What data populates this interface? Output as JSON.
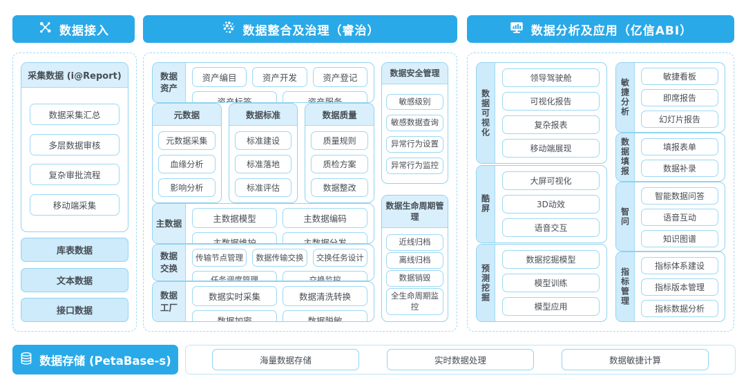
{
  "colors": {
    "header_blue": "#29A9E8",
    "panel_border": "#9FDAF6",
    "box_border": "#8FD2F1",
    "light_fill": "#D9F0FC",
    "filled_item": "#CDEBFA",
    "text": "#474D54"
  },
  "headers": [
    {
      "label": "数据接入",
      "icon": "network-nodes-icon"
    },
    {
      "label": "数据整合及治理（睿治）",
      "icon": "dots-cluster-icon"
    },
    {
      "label": "数据分析及应用（亿信ABI）",
      "icon": "monitor-chart-icon"
    }
  ],
  "left_panel": {
    "group_title": "采集数据 (i@Report)",
    "group_items": [
      "数据采集汇总",
      "多层数据审核",
      "复杂审批流程",
      "移动端采集"
    ],
    "filled_items": [
      "库表数据",
      "文本数据",
      "接口数据"
    ]
  },
  "middle_panel": {
    "asset": {
      "label": "数据资产",
      "row1": [
        "资产编目",
        "资产开发",
        "资产登记"
      ],
      "row2": [
        "资产标签",
        "资产服务"
      ]
    },
    "columns": [
      {
        "title": "元数据",
        "items": [
          "元数据采集",
          "血缘分析",
          "影响分析"
        ]
      },
      {
        "title": "数据标准",
        "items": [
          "标准建设",
          "标准落地",
          "标准评估"
        ]
      },
      {
        "title": "数据质量",
        "items": [
          "质量规则",
          "质检方案",
          "数据整改"
        ]
      }
    ],
    "master": {
      "label": "主数据",
      "row1": [
        "主数据模型",
        "主数据编码"
      ],
      "row2": [
        "主数据维护",
        "主数据分发"
      ]
    },
    "exchange": {
      "label": "数据交换",
      "row1": [
        "传输节点管理",
        "数据传输交换",
        "交换任务设计"
      ],
      "row2": [
        "任务调度管理",
        "交换监控"
      ]
    },
    "factory": {
      "label": "数据工厂",
      "row1": [
        "数据实时采集",
        "数据清洗转换"
      ],
      "row2": [
        "数据加密",
        "数据脱敏"
      ]
    },
    "security": {
      "title": "数据安全管理",
      "items": [
        "敏感级别",
        "敏感数据查询",
        "异常行为设置",
        "异常行为监控"
      ]
    },
    "lifecycle": {
      "title": "数据生命周期管理",
      "items": [
        "近线归档",
        "离线归档",
        "数据销毁",
        "全生命周期监控"
      ]
    }
  },
  "right_panel": {
    "col_a": [
      {
        "label": "数据可视化",
        "items": [
          "领导驾驶舱",
          "可视化报告",
          "复杂报表",
          "移动端展现"
        ]
      },
      {
        "label": "酷屏",
        "items": [
          "大屏可视化",
          "3D动效",
          "语音交互"
        ]
      },
      {
        "label": "预测挖掘",
        "items": [
          "数据挖掘模型",
          "模型训练",
          "模型应用"
        ]
      }
    ],
    "col_b": [
      {
        "label": "敏捷分析",
        "items": [
          "敏捷看板",
          "即席报告",
          "幻灯片报告"
        ]
      },
      {
        "label": "数据填报",
        "items": [
          "填报表单",
          "数据补录"
        ]
      },
      {
        "label": "智问",
        "items": [
          "智能数据问答",
          "语音互动",
          "知识图谱"
        ]
      },
      {
        "label": "指标管理",
        "items": [
          "指标体系建设",
          "指标版本管理",
          "指标数据分析"
        ]
      }
    ]
  },
  "bottom": {
    "button_label": "数据存储 (PetaBase-s)",
    "button_icon": "database-icon",
    "items": [
      "海量数据存储",
      "实时数据处理",
      "数据敏捷计算"
    ]
  }
}
